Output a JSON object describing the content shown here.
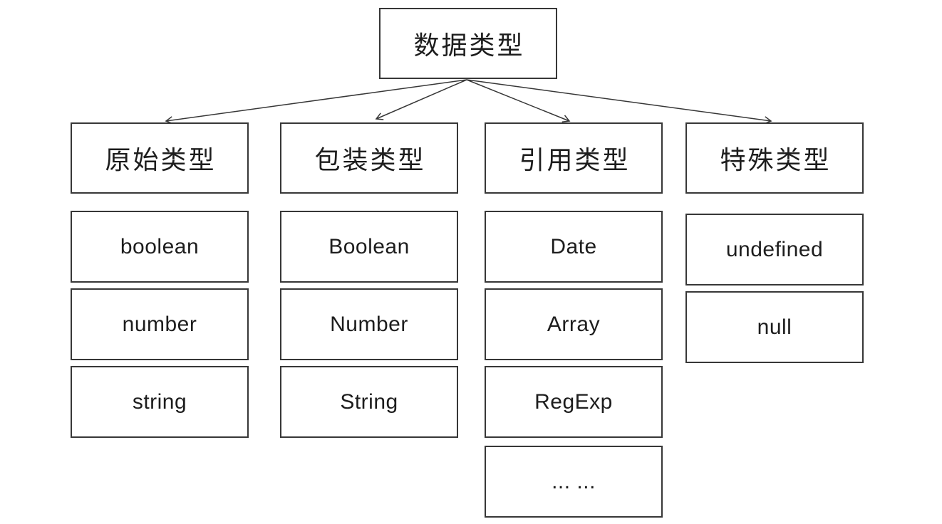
{
  "diagram": {
    "root": {
      "label": "数据类型"
    },
    "columns": [
      {
        "header": "原始类型",
        "items": [
          "boolean",
          "number",
          "string"
        ]
      },
      {
        "header": "包装类型",
        "items": [
          "Boolean",
          "Number",
          "String"
        ]
      },
      {
        "header": "引用类型",
        "items": [
          "Date",
          "Array",
          "RegExp",
          "... ..."
        ]
      },
      {
        "header": "特殊类型",
        "items": [
          "undefined",
          "null"
        ]
      }
    ],
    "colors": {
      "background": "#ffffff",
      "border": "#373737",
      "text": "#1d1d1d",
      "arrow": "#373737"
    }
  }
}
